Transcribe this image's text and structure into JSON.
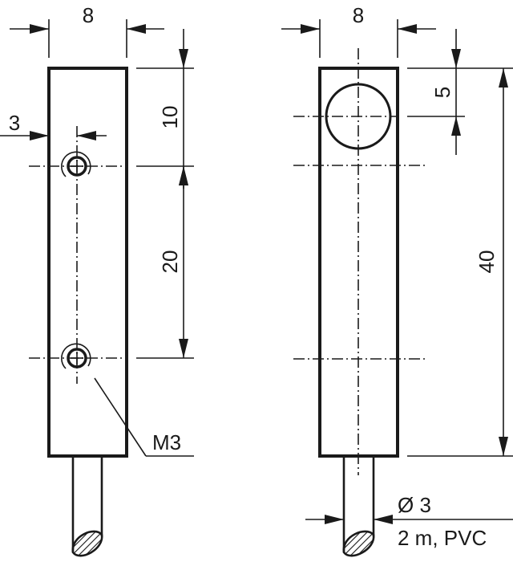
{
  "drawing": {
    "type": "dimensional drawing",
    "units": "mm",
    "left_view": {
      "width_label": "8",
      "hole_offset_label": "3",
      "top_to_hole_label": "10",
      "hole_spacing_label": "20",
      "thread_label": "M3"
    },
    "right_view": {
      "width_label": "8",
      "sensing_center_label": "5",
      "length_label": "40",
      "cable_diameter_label": "Ø 3",
      "cable_spec_label": "2 m, PVC"
    },
    "colors": {
      "line": "#1a1a1a",
      "background": "#ffffff"
    }
  }
}
